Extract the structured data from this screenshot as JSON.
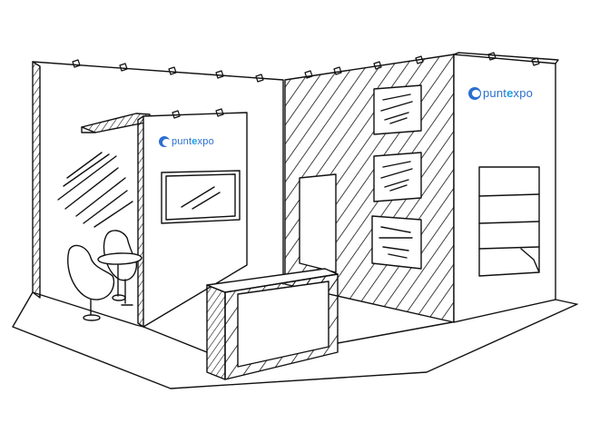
{
  "brand": {
    "name_part1": "punt",
    "name_accent": "e",
    "name_part2": "xpo",
    "color": "#2b6fd0",
    "accent_color": "#1aa0e6"
  },
  "icons": [
    "logo-mark-icon",
    "spotlight-icon"
  ]
}
